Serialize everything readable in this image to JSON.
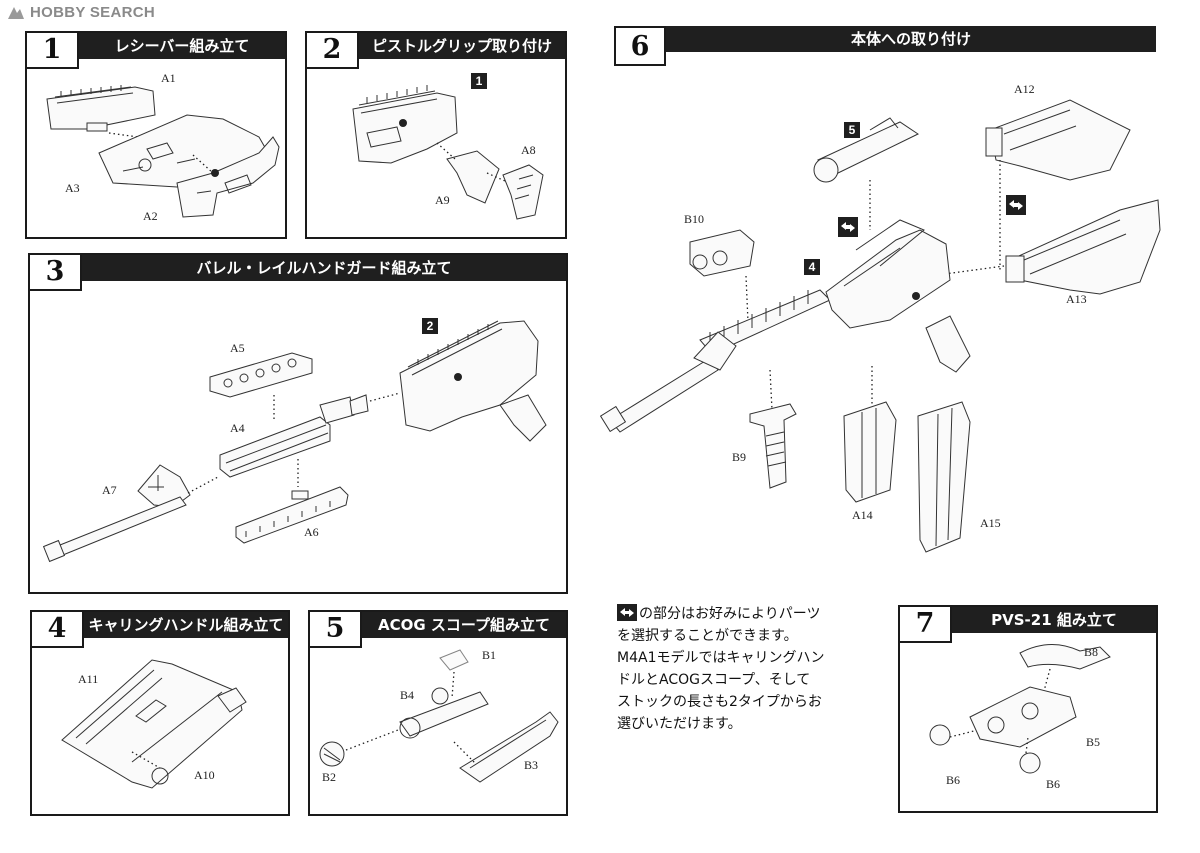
{
  "watermark": "HOBBY SEARCH",
  "steps": [
    {
      "number": "1",
      "title": "レシーバー組み立て",
      "parts": [
        "A1",
        "A3",
        "A2"
      ]
    },
    {
      "number": "2",
      "title": "ピストルグリップ取り付け",
      "parts": [
        "A8",
        "A9"
      ],
      "tag": "1"
    },
    {
      "number": "3",
      "title": "バレル・レイルハンドガード組み立て",
      "parts": [
        "A5",
        "A4",
        "A7",
        "A6"
      ],
      "tag": "2"
    },
    {
      "number": "4",
      "title": "キャリングハンドル組み立て",
      "parts": [
        "A11",
        "A10"
      ]
    },
    {
      "number": "5",
      "title": "ACOG スコープ組み立て",
      "parts": [
        "B1",
        "B4",
        "B2",
        "B3"
      ]
    },
    {
      "number": "6",
      "title": "本体への取り付け",
      "parts": [
        "A12",
        "B10",
        "A13",
        "B9",
        "A14",
        "A15"
      ],
      "tags": [
        "5",
        "4"
      ]
    },
    {
      "number": "7",
      "title": "PVS-21 組み立て",
      "parts": [
        "B8",
        "B5",
        "B6",
        "B6"
      ]
    }
  ],
  "note": {
    "icon": "swap-arrows-icon",
    "lines": [
      "の部分はお好みによりパーツ",
      "を選択することができます。",
      "M4A1モデルではキャリングハン",
      "ドルとACOGスコープ、そして",
      "ストックの長さも2タイプからお",
      "選びいただけます。"
    ]
  }
}
